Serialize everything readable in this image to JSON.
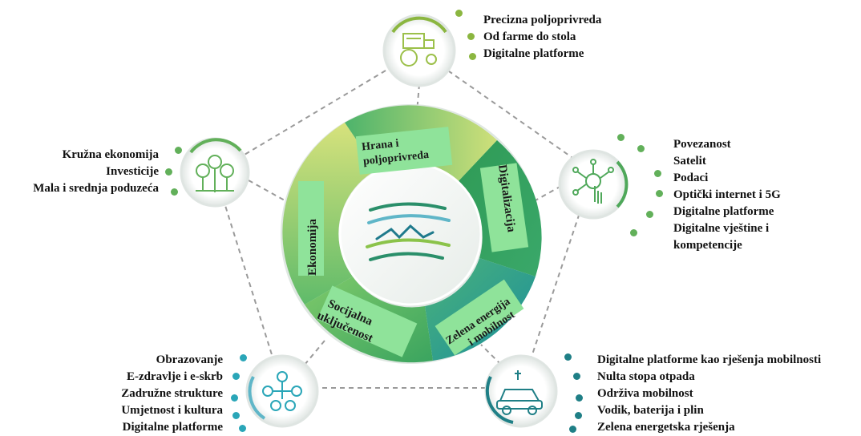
{
  "colors": {
    "ring_dark": "#2f9a55",
    "ring_mid": "#4db36b",
    "ring_light": "#cfe07a",
    "ring_teal": "#1b8f9c",
    "label_bg": "#8fe39a",
    "dash": "#9a9a9a",
    "dot_green": "#8bb640",
    "dot_mid": "#62b05a",
    "dot_teal": "#1f7f86"
  },
  "center": {
    "segments": [
      {
        "label": "Hrana i poljoprivreda"
      },
      {
        "label": "Digitalizacija"
      },
      {
        "label": "Zelena energija i mobilnost"
      },
      {
        "label": "Socijalna uključenost"
      },
      {
        "label": "Ekonomija"
      }
    ]
  },
  "nodes": [
    {
      "id": "food",
      "icon": "tractor-icon",
      "items": [
        "Precizna poljoprivreda",
        "Od farme do stola",
        "Digitalne platforme"
      ]
    },
    {
      "id": "digital",
      "icon": "touch-network-icon",
      "items": [
        "Povezanost",
        "Satelit",
        "Podaci",
        "Optički internet i 5G",
        "Digitalne platforme",
        "Digitalne vještine i",
        "kompetencije"
      ]
    },
    {
      "id": "energy",
      "icon": "electric-car-icon",
      "items": [
        "Digitalne platforme kao rješenja mobilnosti",
        "Nulta stopa otpada",
        "Održiva mobilnost",
        "Vodik, baterija i plin",
        "Zelena energetska rješenja"
      ]
    },
    {
      "id": "social",
      "icon": "people-network-icon",
      "items": [
        "Obrazovanje",
        "E-zdravlje i e-skrb",
        "Zadružne strukture",
        "Umjetnost i kultura",
        "Digitalne platforme"
      ]
    },
    {
      "id": "economy",
      "icon": "euro-plant-icon",
      "items": [
        "Kružna ekonomija",
        "Investicije",
        "Mala i srednja poduzeća"
      ]
    }
  ]
}
